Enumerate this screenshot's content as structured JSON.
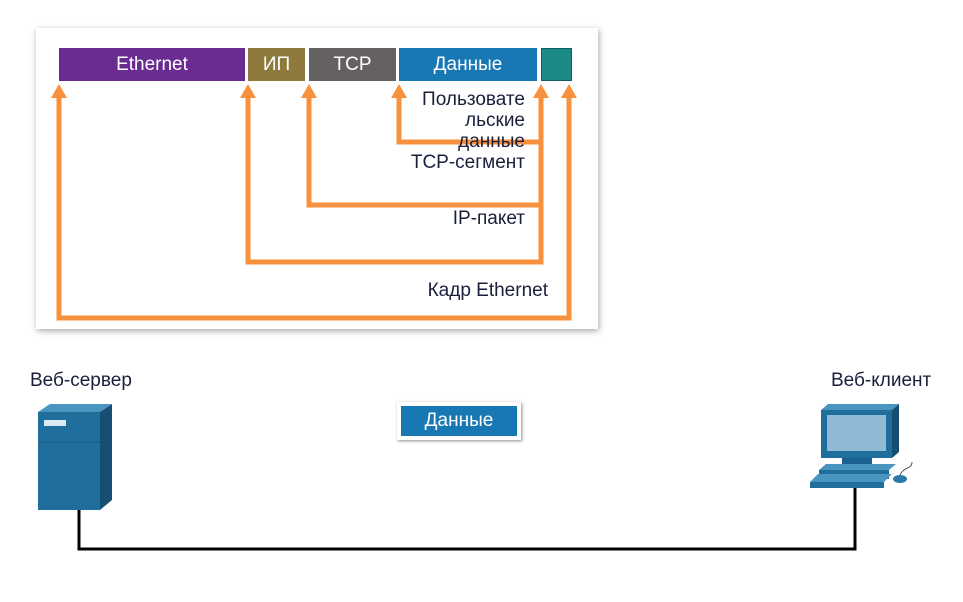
{
  "encapsulation": {
    "segments": {
      "ethernet": "Ethernet",
      "ip": "ИП",
      "tcp": "TCP",
      "data": "Данные",
      "trailer": ""
    },
    "labels": {
      "user_data": "Пользовате\nльские\nданные",
      "tcp_segment": "TCP-сегмент",
      "ip_packet": "IP-пакет",
      "ethernet_frame": "Кадр Ethernet"
    }
  },
  "network": {
    "server_label": "Веб-сервер",
    "client_label": "Веб-клиент",
    "packet_label": "Данные"
  },
  "colors": {
    "ethernet": "#6a2c91",
    "ip": "#8e7a3c",
    "tcp": "#666161",
    "data": "#1878b4",
    "trailer": "#1c8a86",
    "arrow": "#f7913d",
    "device": "#1f6e9c"
  }
}
